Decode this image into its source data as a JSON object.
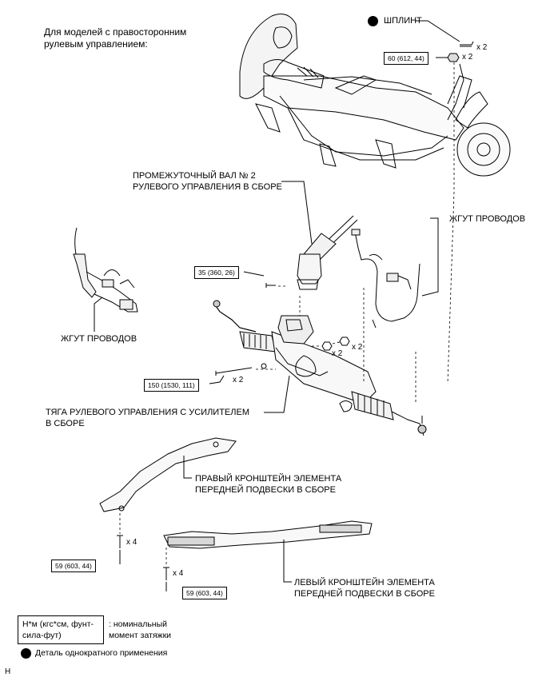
{
  "header_note": "Для моделей с правосторонним рулевым управлением:",
  "labels": {
    "split_pin": "ШПЛИНТ",
    "intermediate_shaft": [
      "ПРОМЕЖУТОЧНЫЙ ВАЛ № 2",
      "РУЛЕВОГО УПРАВЛЕНИЯ В СБОРЕ"
    ],
    "harness_right": "ЖГУТ ПРОВОДОВ",
    "harness_left": "ЖГУТ ПРОВОДОВ",
    "power_steering_link": [
      "ТЯГА РУЛЕВОГО УПРАВЛЕНИЯ С УСИЛИТЕЛЕМ",
      "В СБОРЕ"
    ],
    "right_bracket": [
      "ПРАВЫЙ КРОНШТЕЙН ЭЛЕМЕНТА",
      "ПЕРЕДНЕЙ ПОДВЕСКИ В СБОРЕ"
    ],
    "left_bracket": [
      "ЛЕВЫЙ КРОНШТЕЙН ЭЛЕМЕНТА",
      "ПЕРЕДНЕЙ ПОДВЕСКИ В СБОРЕ"
    ]
  },
  "torques": {
    "tie_rod_nut": "60 (612, 44)",
    "shaft_bolt": "35 (360, 26)",
    "rack_bolt": "150 (1530, 111)",
    "right_bracket_bolt": "59 (603, 44)",
    "left_bracket_bolt": "59 (603, 44)"
  },
  "multipliers": {
    "split_pin": "x 2",
    "tie_rod_nut": "x 2",
    "rack_nut_a": "x 2",
    "rack_nut_b": "x 2",
    "rack_bolt": "x 2",
    "right_bracket_bolt": "x 4",
    "left_bracket_bolt": "x 4"
  },
  "legend": {
    "unit": [
      "Н*м (кгс*см, фунт-",
      "сила-фут)"
    ],
    "unit_desc": [
      ": номинальный",
      "момент затяжки"
    ],
    "single_use": "Деталь однократного применения"
  },
  "footer_code": "H"
}
